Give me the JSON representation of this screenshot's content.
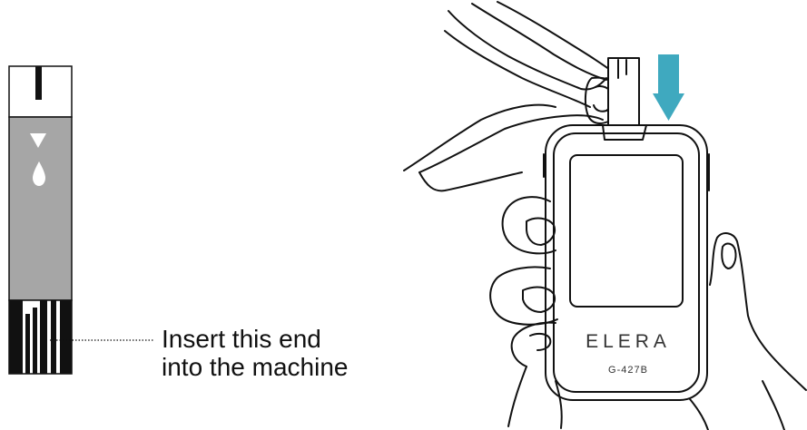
{
  "callout": {
    "line1": "Insert this end",
    "line2": "into the machine"
  },
  "device": {
    "brand": "ELERA",
    "model": "G-427B"
  },
  "icons": {
    "arrow": "insert-arrow-icon",
    "drop": "blood-drop-icon",
    "chevron": "chevron-down-icon"
  },
  "colors": {
    "arrow": "#3fa9bf",
    "strip_body": "#a6a6a6",
    "strip_contacts": "#111111",
    "outline": "#111111"
  }
}
